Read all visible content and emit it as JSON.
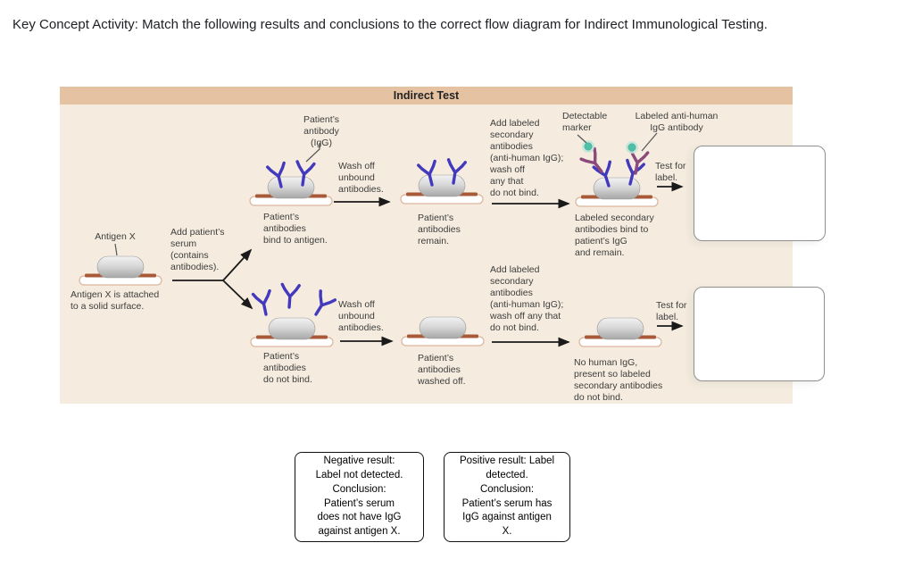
{
  "page": {
    "title": "Key Concept Activity: Match the following results and conclusions to the correct flow diagram for Indirect Immunological Testing."
  },
  "diagram": {
    "header": "Indirect Test",
    "labels": {
      "patient_antibody": "Patient’s\nantibody\n(IgG)",
      "wash_off_top": "Wash off\nunbound\nantibodies.",
      "antibodies_bind": "Patient’s\nantibodies\nbind to antigen.",
      "antibodies_remain": "Patient’s\nantibodies\nremain.",
      "add_labeled_top": "Add labeled\nsecondary\nantibodies\n(anti-human IgG);\nwash off\nany that\ndo not bind.",
      "detectable_marker": "Detectable\nmarker",
      "labeled_antihuman": "Labeled anti-human\nIgG antibody",
      "test_for_label_top": "Test for\nlabel.",
      "labeled_secondary_bind": "Labeled secondary\nantibodies bind to\npatient’s IgG\nand remain.",
      "antigen_x": "Antigen X",
      "add_serum": "Add patient’s\nserum\n(contains\nantibodies).",
      "antigen_attached": "Antigen X is attached\nto a solid surface.",
      "antibodies_do_not_bind": "Patient’s\nantibodies\ndo not bind.",
      "wash_off_bottom": "Wash off\nunbound\nantibodies.",
      "antibodies_washed_off": "Patient’s\nantibodies\nwashed off.",
      "add_labeled_bottom": "Add labeled\nsecondary\nantibodies\n(anti-human IgG);\nwash off any that\ndo not bind.",
      "test_for_label_bottom": "Test for\nlabel.",
      "no_human_igg": "No human IgG,\npresent so labeled\nsecondary antibodies\ndo not bind."
    }
  },
  "options": [
    {
      "id": "negative",
      "text": "Negative result:\nLabel not detected.\nConclusion:\nPatient’s serum\ndoes not have IgG\nagainst antigen X."
    },
    {
      "id": "positive",
      "text": "Positive result: Label\ndetected.\nConclusion:\nPatient’s serum has\nIgG against antigen\nX."
    }
  ],
  "colors": {
    "panel_header_bg": "#e5c3a2",
    "panel_bg": "#f5ecdf",
    "antibody_blue": "#4339bd",
    "antibody_purple": "#8c4a7b",
    "marker_teal": "#4fbfa7",
    "surface_brown": "#a85a38",
    "arrow_black": "#1a1a1a"
  }
}
